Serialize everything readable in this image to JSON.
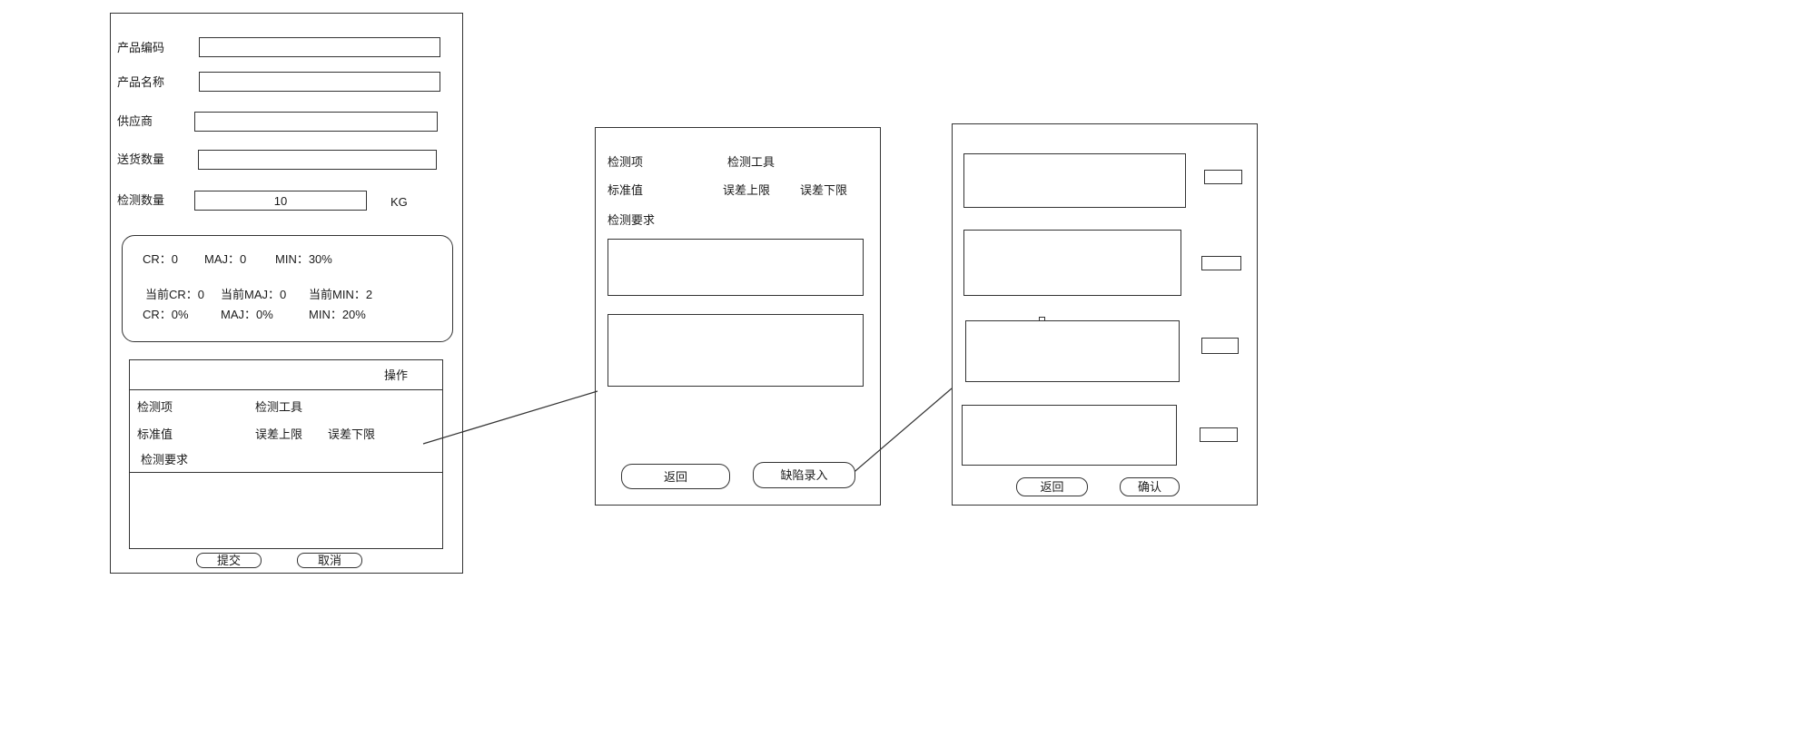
{
  "style": {
    "bg": "#ffffff",
    "stroke": "#333333",
    "text": "#1a1a1a"
  },
  "panel_entry": {
    "fields": [
      {
        "label": "产品编码",
        "value": ""
      },
      {
        "label": "产品名称",
        "value": ""
      },
      {
        "label": "供应商",
        "value": ""
      },
      {
        "label": "送货数量",
        "value": ""
      },
      {
        "label": "检测数量",
        "value": "10",
        "unit": "KG"
      }
    ],
    "stats": {
      "row1": {
        "cr": "CR：0",
        "maj": "MAJ：0",
        "min": "MIN：30%"
      },
      "row2": {
        "cr": "当前CR：0",
        "maj": "当前MAJ：0",
        "min": "当前MIN：2"
      },
      "row3": {
        "cr": "CR：0%",
        "maj": "MAJ：0%",
        "min": "MIN：20%"
      }
    },
    "table": {
      "action_header": "操作",
      "col_item": "检测项",
      "col_tool": "检测工具",
      "col_standard": "标准值",
      "col_upper": "误差上限",
      "col_lower": "误差下限",
      "requirement_label": "检测要求"
    },
    "submit_label": "提交",
    "cancel_label": "取消"
  },
  "panel_detail": {
    "col_item": "检测项",
    "col_tool": "检测工具",
    "col_standard": "标准值",
    "col_upper": "误差上限",
    "col_lower": "误差下限",
    "requirement_label": "检测要求",
    "back_label": "返回",
    "defect_entry_label": "缺陷录入"
  },
  "panel_defect": {
    "back_label": "返回",
    "confirm_label": "确认"
  }
}
